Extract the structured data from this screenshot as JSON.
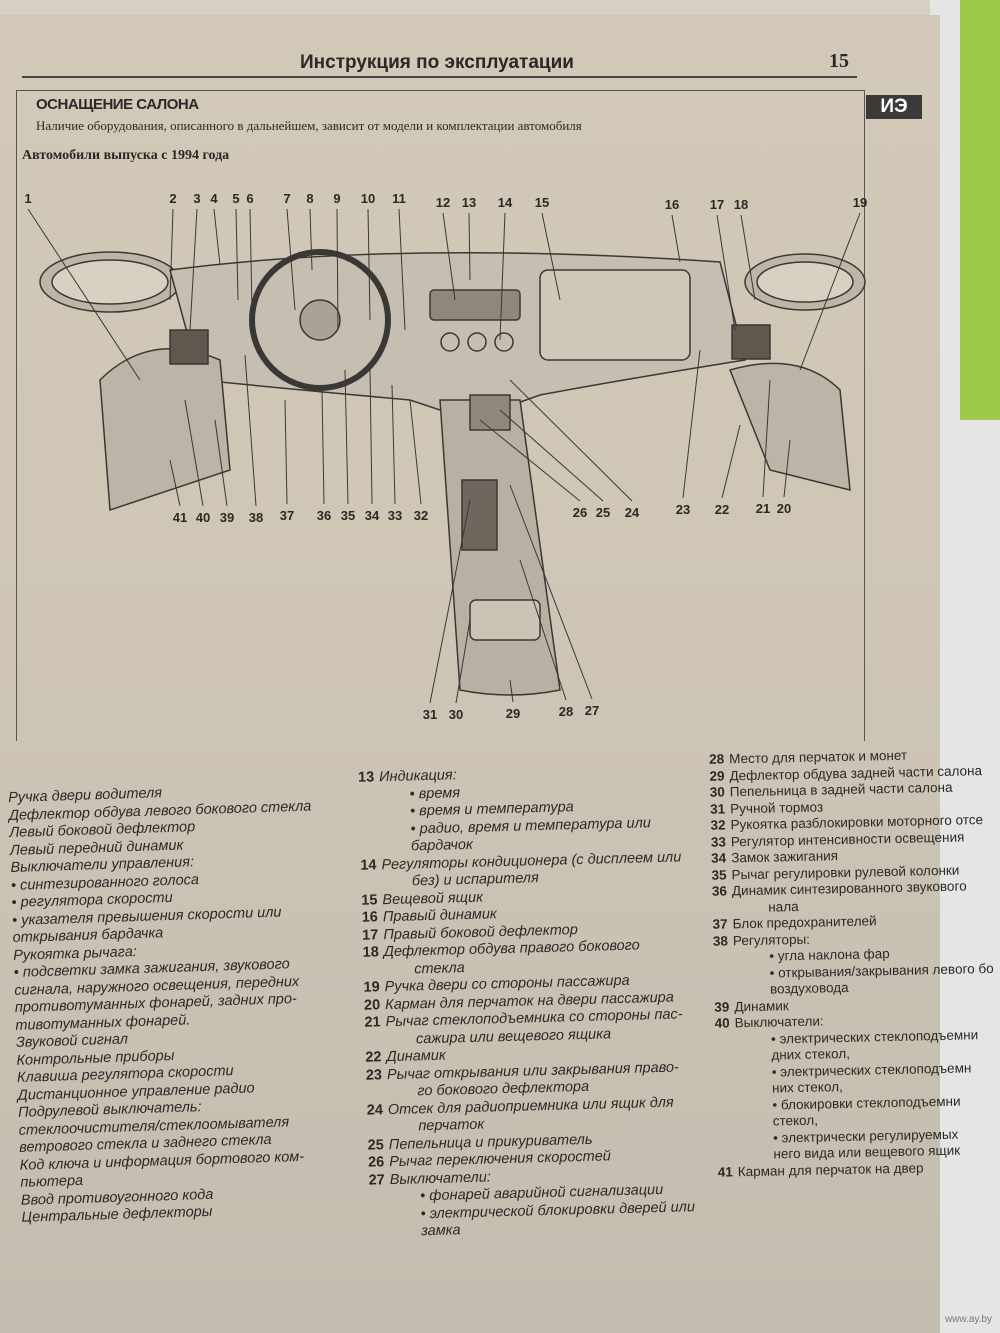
{
  "header": {
    "title": "Инструкция по эксплуатации",
    "page_number": "15"
  },
  "section_tab": "ИЭ",
  "section": {
    "title": "ОСНАЩЕНИЕ САЛОНА",
    "subtitle": "Наличие оборудования, описанного в дальнейшем, зависит от модели и комплектации автомобиля",
    "year_label": "Автомобили выпуска с 1994 года"
  },
  "diagram": {
    "callouts": [
      "1",
      "2",
      "3",
      "4",
      "5",
      "6",
      "7",
      "8",
      "9",
      "10",
      "11",
      "12",
      "13",
      "14",
      "15",
      "16",
      "17",
      "18",
      "19",
      "20",
      "21",
      "22",
      "23",
      "24",
      "25",
      "26",
      "27",
      "28",
      "29",
      "30",
      "31",
      "32",
      "33",
      "34",
      "35",
      "36",
      "37",
      "38",
      "39",
      "40",
      "41"
    ]
  },
  "legend": {
    "col1": [
      {
        "text": "Ручка двери водителя"
      },
      {
        "text": "Дефлектор обдува левого бокового стекла"
      },
      {
        "text": "Левый боковой дефлектор"
      },
      {
        "text": "Левый передний динамик"
      },
      {
        "text": "Выключатели управления:"
      },
      {
        "text": "• синтезированного голоса"
      },
      {
        "text": "• регулятора скорости"
      },
      {
        "text": "• указателя превышения скорости или"
      },
      {
        "text": "открывания бардачка"
      },
      {
        "text": "Рукоятка рычага:"
      },
      {
        "text": "• подсветки замка зажигания, звукового"
      },
      {
        "text": "сигнала, наружного освещения, передних"
      },
      {
        "text": "противотуманных фонарей, задних про-"
      },
      {
        "text": "тивотуманных фонарей."
      },
      {
        "text": "Звуковой сигнал"
      },
      {
        "text": "Контрольные приборы"
      },
      {
        "text": "Клавиша регулятора скорости"
      },
      {
        "text": "Дистанционное управление радио"
      },
      {
        "text": "Подрулевой выключатель:"
      },
      {
        "text": "стеклоочистителя/стеклоомывателя"
      },
      {
        "text": "ветрового стекла и заднего стекла"
      },
      {
        "text": "Код ключа и информация бортового ком-"
      },
      {
        "text": "пьютера"
      },
      {
        "text": "Ввод противоугонного кода"
      },
      {
        "text": "Центральные дефлекторы"
      }
    ],
    "col2": [
      {
        "n": "13",
        "text": "Индикация:"
      },
      {
        "n": "",
        "text": "• время",
        "sub": true
      },
      {
        "n": "",
        "text": "• время и температура",
        "sub": true
      },
      {
        "n": "",
        "text": "• радио, время и температура или бардачок",
        "sub": true
      },
      {
        "n": "14",
        "text": "Регуляторы кондиционера (с дисплеем или"
      },
      {
        "n": "",
        "text": "без) и испарителя",
        "sub": true
      },
      {
        "n": "15",
        "text": "Вещевой ящик"
      },
      {
        "n": "16",
        "text": "Правый динамик"
      },
      {
        "n": "17",
        "text": "Правый боковой дефлектор"
      },
      {
        "n": "18",
        "text": "Дефлектор обдува правого бокового"
      },
      {
        "n": "",
        "text": "стекла",
        "sub": true
      },
      {
        "n": "19",
        "text": "Ручка двери со стороны пассажира"
      },
      {
        "n": "20",
        "text": "Карман для перчаток на двери пассажира"
      },
      {
        "n": "21",
        "text": "Рычаг стеклоподъемника со стороны пас-"
      },
      {
        "n": "",
        "text": "сажира или вещевого ящика",
        "sub": true
      },
      {
        "n": "22",
        "text": "Динамик"
      },
      {
        "n": "23",
        "text": "Рычаг открывания или закрывания право-"
      },
      {
        "n": "",
        "text": "го бокового дефлектора",
        "sub": true
      },
      {
        "n": "24",
        "text": "Отсек для радиоприемника или ящик для"
      },
      {
        "n": "",
        "text": "перчаток",
        "sub": true
      },
      {
        "n": "25",
        "text": "Пепельница и прикуриватель"
      },
      {
        "n": "26",
        "text": "Рычаг переключения скоростей"
      },
      {
        "n": "27",
        "text": "Выключатели:"
      },
      {
        "n": "",
        "text": "• фонарей аварийной сигнализации",
        "sub": true
      },
      {
        "n": "",
        "text": "• электрической блокировки дверей или",
        "sub": true
      },
      {
        "n": "",
        "text": "замка",
        "sub": true
      }
    ],
    "col3": [
      {
        "n": "28",
        "text": "Место для перчаток и монет"
      },
      {
        "n": "29",
        "text": "Дефлектор обдува задней части салона"
      },
      {
        "n": "30",
        "text": "Пепельница в задней части салона"
      },
      {
        "n": "31",
        "text": "Ручной тормоз"
      },
      {
        "n": "32",
        "text": "Рукоятка разблокировки моторного отсе"
      },
      {
        "n": "33",
        "text": "Регулятор интенсивности освещения"
      },
      {
        "n": "34",
        "text": "Замок зажигания"
      },
      {
        "n": "35",
        "text": "Рычаг регулировки рулевой колонки"
      },
      {
        "n": "36",
        "text": "Динамик синтезированного звукового"
      },
      {
        "n": "",
        "text": "нала",
        "sub": true
      },
      {
        "n": "37",
        "text": "Блок предохранителей"
      },
      {
        "n": "38",
        "text": "Регуляторы:"
      },
      {
        "n": "",
        "text": "• угла наклона фар",
        "sub": true
      },
      {
        "n": "",
        "text": "• открывания/закрывания левого бо",
        "sub": true
      },
      {
        "n": "",
        "text": "воздуховода",
        "sub": true
      },
      {
        "n": "39",
        "text": "Динамик"
      },
      {
        "n": "40",
        "text": "Выключатели:"
      },
      {
        "n": "",
        "text": "• электрических стеклоподъемни",
        "sub": true
      },
      {
        "n": "",
        "text": "дних стекол,",
        "sub": true
      },
      {
        "n": "",
        "text": "• электрических стеклоподъемн",
        "sub": true
      },
      {
        "n": "",
        "text": "них стекол,",
        "sub": true
      },
      {
        "n": "",
        "text": "• блокировки стеклоподъемни",
        "sub": true
      },
      {
        "n": "",
        "text": "стекол,",
        "sub": true
      },
      {
        "n": "",
        "text": "• электрически регулируемых",
        "sub": true
      },
      {
        "n": "",
        "text": "него вида или вещевого ящик",
        "sub": true
      },
      {
        "n": "41",
        "text": "Карман для перчаток на двер"
      }
    ]
  },
  "watermark": "www.ay.by"
}
